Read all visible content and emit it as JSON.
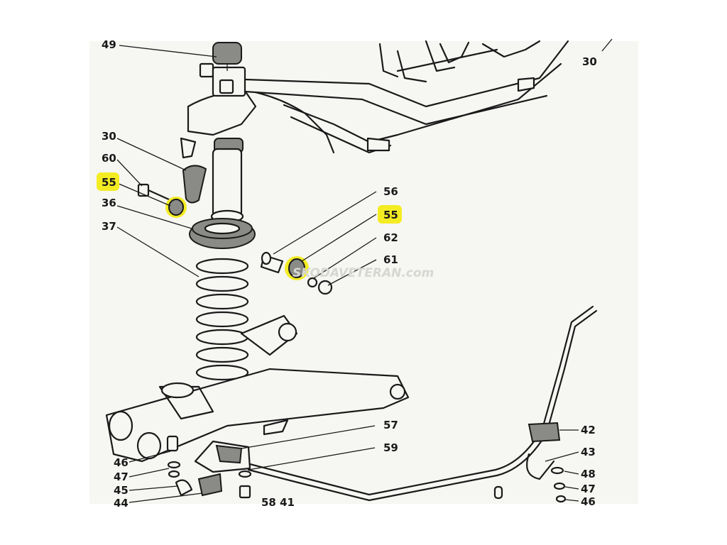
{
  "watermark": "SKODAVETERAN.com",
  "highlight_color": "#f4ec23",
  "callouts": {
    "c49": "49",
    "c30_top": "30",
    "c30": "30",
    "c60": "60",
    "c55_left": "55",
    "c36": "36",
    "c37": "37",
    "c56": "56",
    "c55_right": "55",
    "c62": "62",
    "c61": "61",
    "c42": "42",
    "c43": "43",
    "c48": "48",
    "c47_right": "47",
    "c46_right": "46",
    "c57": "57",
    "c59": "59",
    "c46_left": "46",
    "c47_left": "47",
    "c45": "45",
    "c44": "44",
    "c58_41": "58 41"
  },
  "highlighted_parts": [
    "55"
  ]
}
